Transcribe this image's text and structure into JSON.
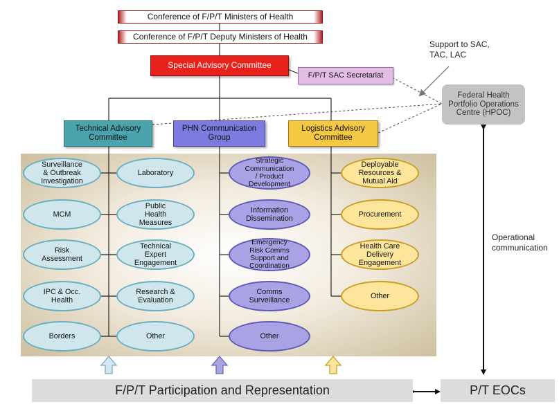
{
  "colors": {
    "sac_red": "#e8221b",
    "secretariat_purple": "#e3bde6",
    "hpoc_grey": "#c3c3c3",
    "tac_teal": "#4aa3ad",
    "phn_purple": "#7c7be0",
    "lac_yellow": "#f4c842",
    "ellipse_blue": "#cfe7ec",
    "ellipse_purple": "#a9a3e6",
    "ellipse_yellow": "#fde59c",
    "panel_tan": "#e7dcc5"
  },
  "top": {
    "ministers": "Conference of F/P/T Ministers of Health",
    "deputy_ministers": "Conference of F/P/T Deputy Ministers of Health",
    "sac": "Special Advisory Committee",
    "secretariat": "F/P/T SAC Secretariat"
  },
  "support_note": "Support to SAC,\nTAC, LAC",
  "hpoc": "Federal Health\nPortfolio Operations\nCentre (HPOC)",
  "committees": {
    "tac": "Technical Advisory\nCommittee",
    "phn": "PHN Communication\nGroup",
    "lac": "Logistics Advisory\nCommittee"
  },
  "tac_left": [
    "Surveillance\n& Outbreak\nInvestigation",
    "MCM",
    "Risk\nAssessment",
    "IPC & Occ.\nHealth",
    "Borders"
  ],
  "tac_right": [
    "Laboratory",
    "Public\nHealth\nMeasures",
    "Technical\nExpert\nEngagement",
    "Research &\nEvaluation",
    "Other"
  ],
  "phn_items": [
    "Strategic\nCommunication\n/ Product\nDevelopment",
    "Information\nDissemination",
    "Emergency\nRisk Comms\nSupport and\nCoordination",
    "Comms\nSurveillance",
    "Other"
  ],
  "lac_items": [
    "Deployable\nResources &\nMutual Aid",
    "Procurement",
    "Health Care\nDelivery\nEngagement",
    "Other"
  ],
  "operational_label": "Operational\ncommunication",
  "participation_label": "F/P/T Participation and Representation",
  "eocs_label": "P/T EOCs"
}
